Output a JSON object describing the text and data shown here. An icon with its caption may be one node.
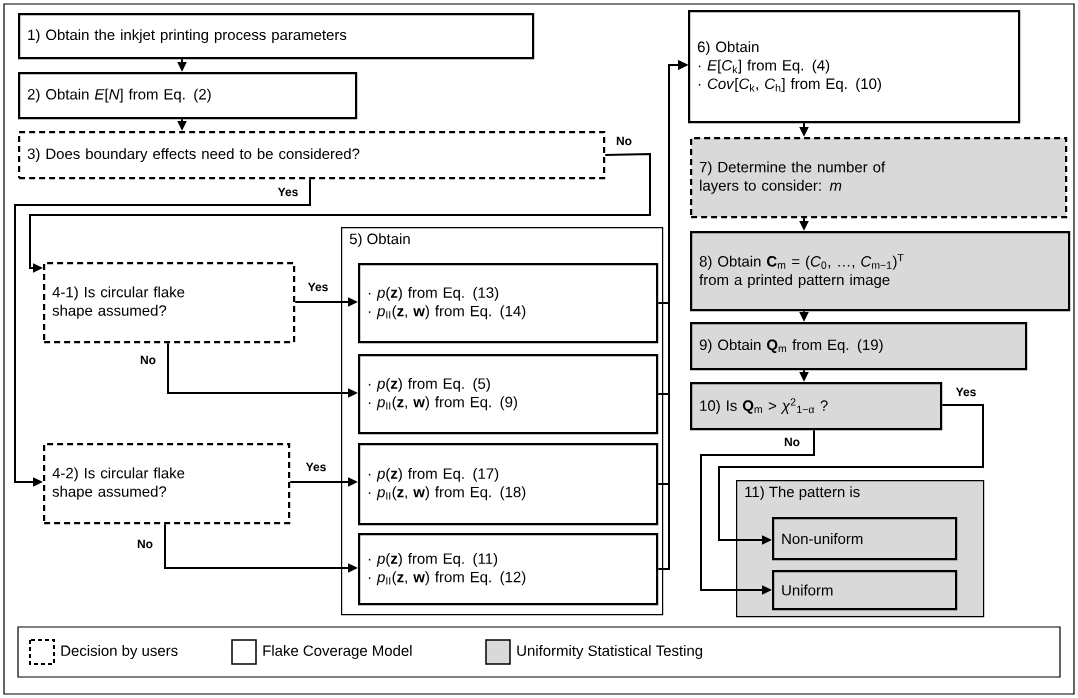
{
  "diagram": {
    "nodes": [
      {
        "text": [
          "1) Obtain the inkjet printing process parameters"
        ]
      },
      {
        "text": [
          "2) Obtain *E*[*N*] from Eq. (2)"
        ]
      },
      {
        "text": [
          "3) Does boundary effects need to be considered?"
        ]
      },
      {
        "text": [
          "4-1) Is circular flake shape assumed?"
        ]
      },
      {
        "text": [
          "4-2) Is circular flake shape assumed?"
        ]
      },
      {
        "text": [
          "5) Obtain"
        ]
      },
      {
        "text": [
          "· *p*(**z**) from Eq. (13)",
          "· *p*$_{II}$(**z**, **w**) from Eq. (14)"
        ],
        "in": 5
      },
      {
        "text": [
          "· *p*(**z**) from Eq. (5)",
          "· *p*$_{II}$(**z**, **w**) from Eq. (9)"
        ],
        "in": 5
      },
      {
        "text": [
          "· *p*(**z**) from Eq. (17)",
          "· *p*$_{II}$(**z**, **w**) from Eq. (18)"
        ],
        "in": 5
      },
      {
        "text": [
          "· *p*(**z**) from Eq. (11)",
          "· *p*$_{II}$(**z**, **w**) from Eq. (12)"
        ],
        "in": 5
      },
      {
        "text": [
          "6) Obtain",
          "· *E*[*C*$_{k}$] from Eq. (4)",
          "· *Cov*[*C*$_{k}$, *C*$_{h}$] from Eq. (10)"
        ]
      },
      {
        "text": [
          "7) Determine the number of layers to consider: *m*"
        ]
      },
      {
        "text": [
          "8) Obtain **C**$_{m}$ = (*C*$_{0}$, …, *C*$_{m−1}$)$^{T}$ from a printed pattern image"
        ]
      },
      {
        "text": [
          "9) Obtain **Q**$_{m}$ from Eq. (19)"
        ]
      },
      {
        "text": [
          "10) Is **Q**$_{m}$ > *χ*$^{2}$$_{1−α}$ ?"
        ]
      },
      {
        "text": [
          "11) The pattern is"
        ]
      },
      {
        "text": [
          "Non-uniform"
        ],
        "in": 15
      },
      {
        "text": [
          "Uniform"
        ],
        "in": 15
      }
    ],
    "edges": [
      {
        "from": 0,
        "to": 1,
        "arrow": "to"
      },
      {
        "from": 1,
        "to": 2,
        "arrow": "to"
      },
      {
        "from": 2,
        "to": 3,
        "arrow": "to",
        "label": "No"
      },
      {
        "from": 2,
        "to": 4,
        "arrow": "to",
        "label": "Yes"
      },
      {
        "from": 3,
        "to": 6,
        "arrow": "to",
        "label": "Yes"
      },
      {
        "from": 3,
        "to": 7,
        "arrow": "to",
        "label": "No"
      },
      {
        "from": 4,
        "to": 8,
        "arrow": "to",
        "label": "Yes"
      },
      {
        "from": 4,
        "to": 9,
        "arrow": "to",
        "label": "No"
      },
      {
        "from": 6,
        "to": 10,
        "arrow": "to"
      },
      {
        "from": 7,
        "to": 10,
        "arrow": "to"
      },
      {
        "from": 8,
        "to": 10,
        "arrow": "to"
      },
      {
        "from": 9,
        "to": 10,
        "arrow": "to"
      },
      {
        "from": 10,
        "to": 11,
        "arrow": "to"
      },
      {
        "from": 11,
        "to": 12,
        "arrow": "to"
      },
      {
        "from": 12,
        "to": 13,
        "arrow": "to"
      },
      {
        "from": 13,
        "to": 14,
        "arrow": "to"
      },
      {
        "from": 14,
        "to": 16,
        "arrow": "to",
        "label": "Yes"
      },
      {
        "from": 14,
        "to": 17,
        "arrow": "to",
        "label": "No"
      }
    ],
    "legend": [
      {
        "text": "Decision by users"
      },
      {
        "text": "Flake Coverage Model"
      },
      {
        "text": "Uniformity Statistical Testing",
        "color": "#d9d9d9"
      }
    ]
  }
}
